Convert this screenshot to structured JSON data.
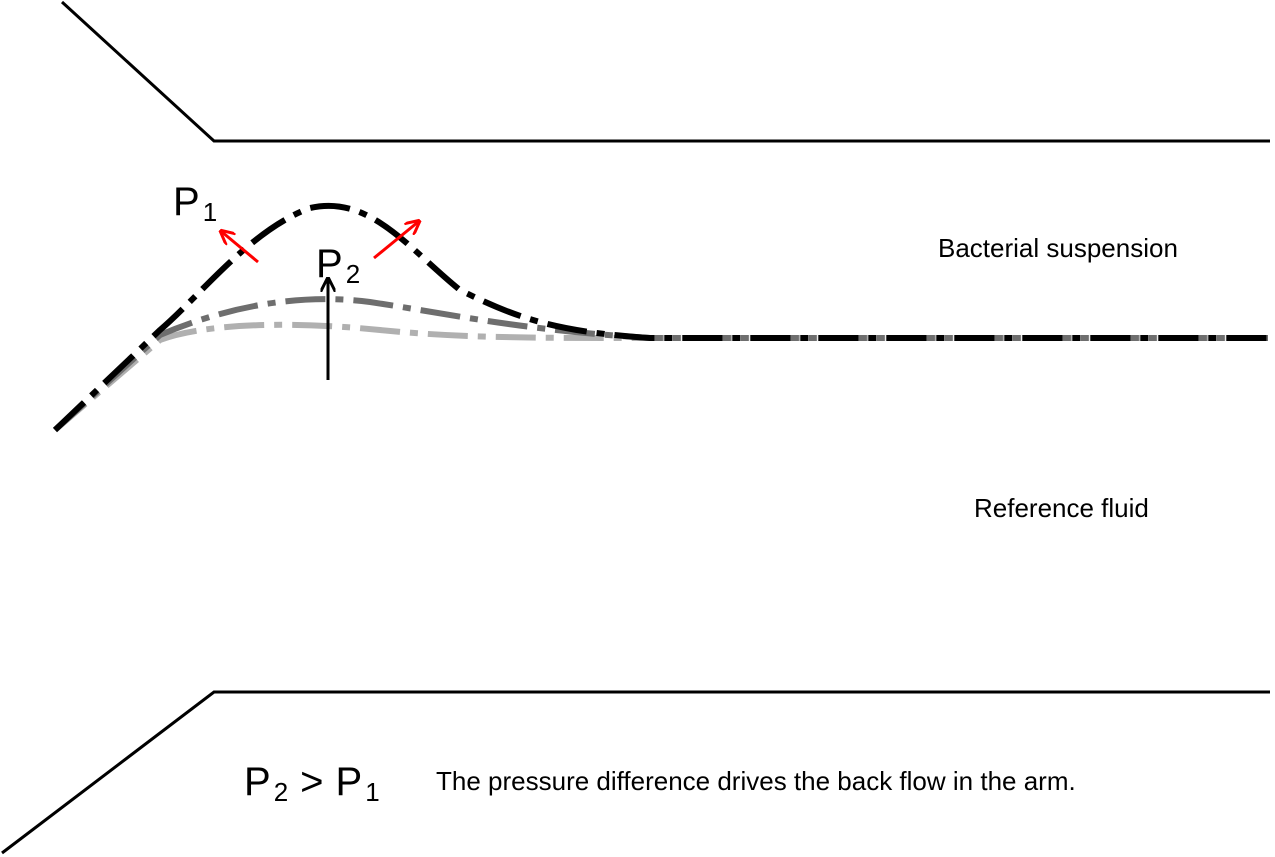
{
  "labels": {
    "p1": {
      "symbol": "P",
      "subscript": "1"
    },
    "p2": {
      "symbol": "P",
      "subscript": "2"
    },
    "bacterial_suspension": "Bacterial suspension",
    "reference_fluid": "Reference fluid",
    "inequality": {
      "left_symbol": "P",
      "left_subscript": "2",
      "operator": ">",
      "right_symbol": "P",
      "right_subscript": "1"
    },
    "caption": "The pressure difference drives the back flow in the arm."
  },
  "colors": {
    "wall": "#000000",
    "interface_strong": "#000000",
    "interface_mid": "#6e6e6e",
    "interface_light": "#b0b0b0",
    "pressure_arrow": "#ff0000",
    "normal_arrow": "#000000"
  }
}
